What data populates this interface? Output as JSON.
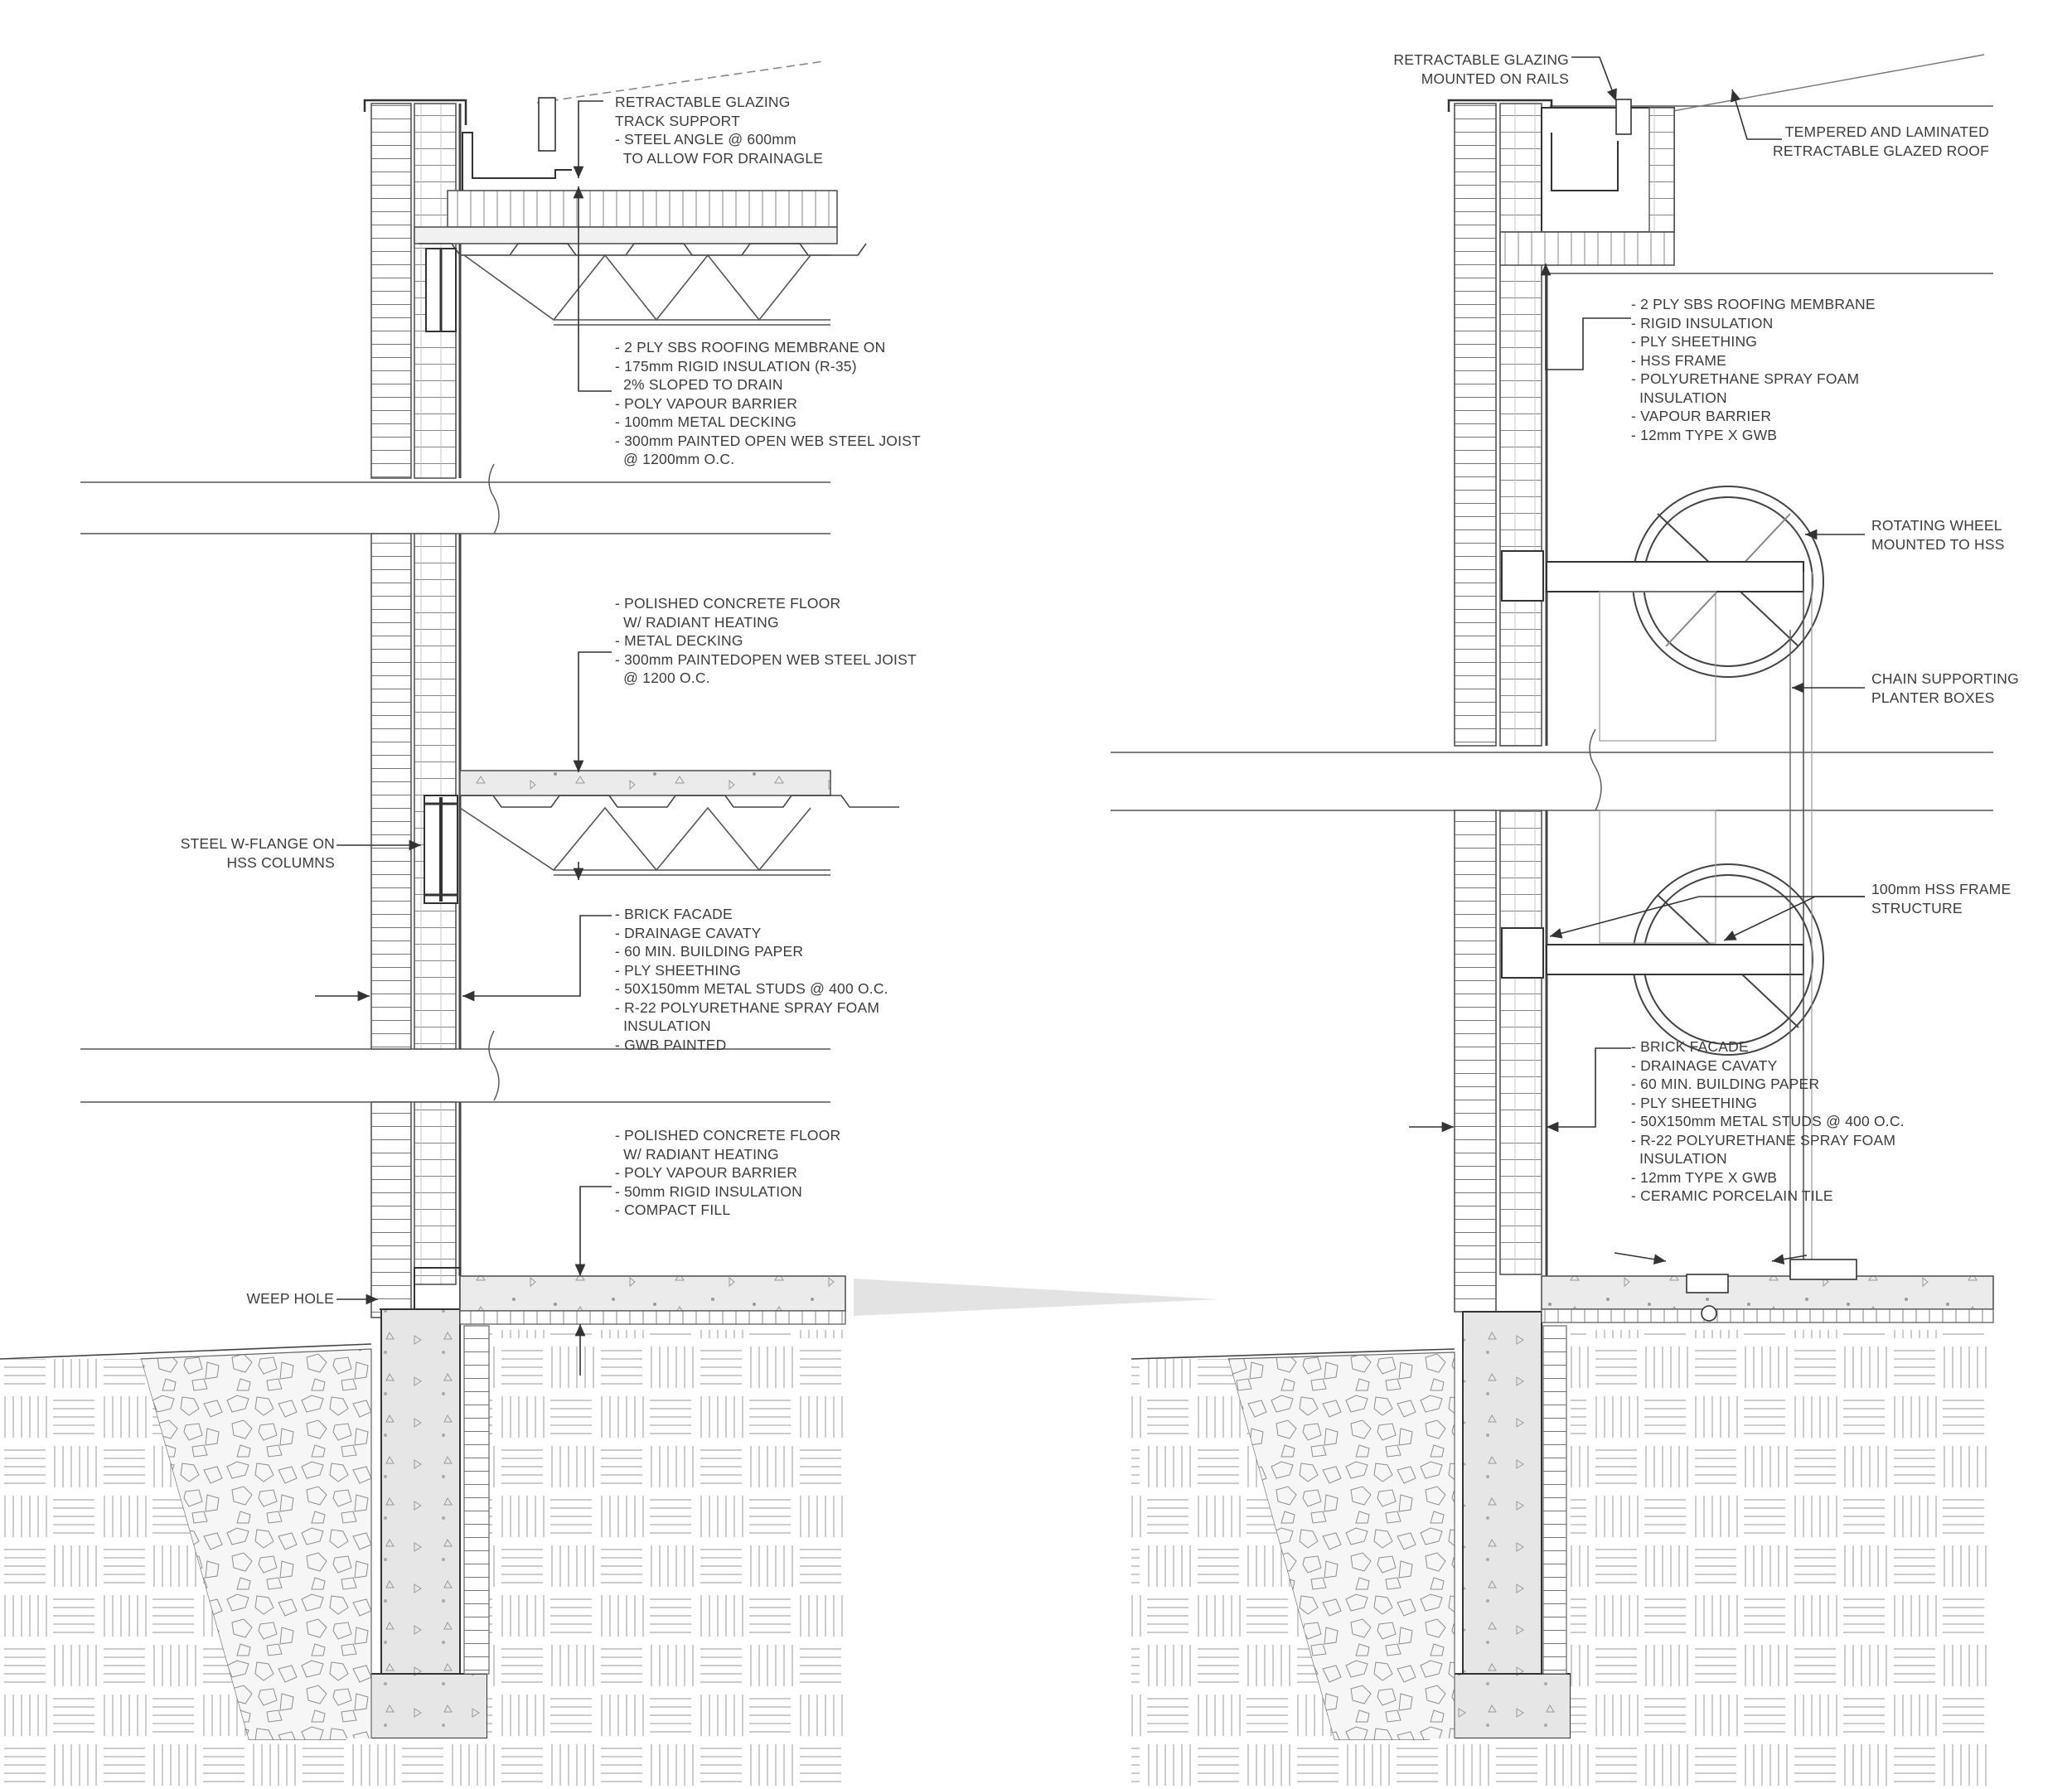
{
  "left_section": {
    "glazing_track": [
      "RETRACTABLE GLAZING",
      "TRACK SUPPORT",
      "- STEEL ANGLE @ 600mm",
      "  TO ALLOW FOR DRAINAGLE"
    ],
    "roof_assembly": [
      "- 2 PLY SBS ROOFING MEMBRANE ON",
      "- 175mm RIGID INSULATION (R-35)",
      "  2% SLOPED TO DRAIN",
      "- POLY VAPOUR BARRIER",
      "- 100mm METAL DECKING",
      "- 300mm PAINTED OPEN WEB STEEL JOIST",
      "  @ 1200mm O.C."
    ],
    "floor_assembly": [
      "- POLISHED CONCRETE FLOOR",
      "  W/ RADIANT HEATING",
      "- METAL DECKING",
      "- 300mm PAINTEDOPEN WEB STEEL JOIST",
      "  @ 1200 O.C."
    ],
    "steel_flange": [
      "STEEL W-FLANGE ON",
      "HSS COLUMNS"
    ],
    "wall_assembly": [
      "- BRICK  FACADE",
      "- DRAINAGE CAVATY",
      "- 60 MIN. BUILDING PAPER",
      "- PLY SHEETHING",
      "- 50X150mm METAL STUDS @ 400 O.C.",
      "- R-22 POLYURETHANE SPRAY FOAM",
      "  INSULATION",
      "- GWB PAINTED"
    ],
    "slab_assembly": [
      "- POLISHED CONCRETE FLOOR",
      "  W/ RADIANT HEATING",
      "- POLY VAPOUR BARRIER",
      "- 50mm RIGID INSULATION",
      "- COMPACT FILL"
    ],
    "weep_hole": [
      "WEEP HOLE"
    ]
  },
  "right_section": {
    "glazing_rails": [
      "RETRACTABLE GLAZING",
      "MOUNTED ON RAILS"
    ],
    "glazed_roof": [
      "TEMPERED AND LAMINATED",
      "RETRACTABLE GLAZED ROOF"
    ],
    "roof_assembly": [
      "- 2 PLY SBS ROOFING MEMBRANE",
      "- RIGID  INSULATION",
      "- PLY SHEETHING",
      "- HSS FRAME",
      "- POLYURETHANE SPRAY FOAM",
      "  INSULATION",
      "- VAPOUR BARRIER",
      "- 12mm TYPE X GWB"
    ],
    "rotating_wheel": [
      "ROTATING WHEEL",
      "MOUNTED TO HSS"
    ],
    "chain": [
      "CHAIN SUPPORTING",
      "PLANTER BOXES"
    ],
    "hss_frame": [
      "100mm HSS FRAME",
      "STRUCTURE"
    ],
    "wall_assembly": [
      "- BRICK FACADE",
      "- DRAINAGE CAVATY",
      "- 60 MIN. BUILDING PAPER",
      "- PLY SHEETHING",
      "- 50X150mm METAL STUDS @ 400 O.C.",
      "- R-22 POLYURETHANE SPRAY FOAM",
      "  INSULATION",
      "- 12mm TYPE X GWB",
      "- CERAMIC PORCELAIN TILE"
    ]
  },
  "colors": {
    "line": "#3a3a3a",
    "light": "#8a8a8a",
    "concrete": "#e4e4e4",
    "wedge": "#e3e3e3"
  }
}
